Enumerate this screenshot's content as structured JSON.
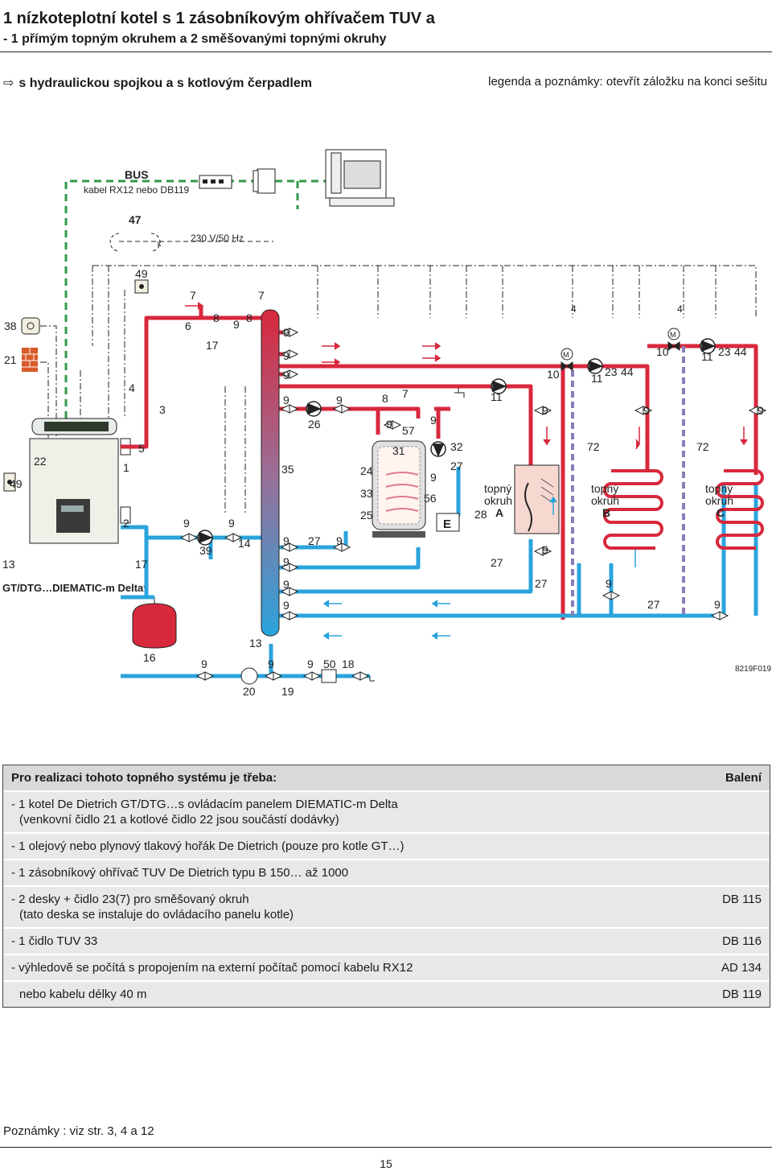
{
  "header": {
    "title_line1": "1 nízkoteplotní kotel s 1 zásobníkovým ohřívačem TUV a",
    "title_line2": "- 1 přímým topným okruhem a 2 směšovanými topnými okruhy",
    "subtitle": "s hydraulickou spojkou a s kotlovým čerpadlem",
    "legend_note": "legenda a poznámky: otevřít záložku na konci sešitu"
  },
  "diagram": {
    "bus_label": "BUS",
    "bus_cable": "kabel RX12 nebo DB119",
    "power_label": "230 V/50 Hz",
    "boiler_label": "GT/DTG…DIEMATIC-m Delta*",
    "drawing_code": "8219F019",
    "circuit_word1": "topný",
    "circuit_word2": "okruh",
    "circuit_a": "A",
    "circuit_b": "B",
    "circuit_c": "C",
    "tank_letter": "E",
    "motor_letter": "M",
    "n1": "1",
    "n2": "2",
    "n3": "3",
    "n4": "4",
    "n5": "5",
    "n6": "6",
    "n7": "7",
    "n8": "8",
    "n9": "9",
    "n10": "10",
    "n11": "11",
    "n13": "13",
    "n14": "14",
    "n16": "16",
    "n17": "17",
    "n18": "18",
    "n19": "19",
    "n20": "20",
    "n21": "21",
    "n22": "22",
    "n23": "23",
    "n24": "24",
    "n25": "25",
    "n26": "26",
    "n27": "27",
    "n28": "28",
    "n31": "31",
    "n32": "32",
    "n33": "33",
    "n35": "35",
    "n38": "38",
    "n39": "39",
    "n44": "44",
    "n47": "47",
    "n49": "49",
    "n50": "50",
    "n56": "56",
    "n57": "57",
    "n72": "72",
    "colors": {
      "hot": "#d8283c",
      "cold": "#2aa4dc",
      "bus": "#2f9a4a",
      "mixed": "#8a7db8"
    }
  },
  "requirements": {
    "heading": "Pro realizaci tohoto topného systému je třeba:",
    "package_heading": "Balení",
    "items": [
      {
        "line1": "- 1 kotel De Dietrich GT/DTG…s ovládacím panelem DIEMATIC-m Delta",
        "line2": "(venkovní čidlo 21 a kotlové čidlo 22 jsou součástí dodávky)",
        "code": ""
      },
      {
        "line1": "- 1 olejový nebo plynový tlakový hořák De Dietrich (pouze pro kotle GT…)",
        "line2": "",
        "code": ""
      },
      {
        "line1": "- 1 zásobníkový ohřívač TUV De Dietrich typu B 150… až 1000",
        "line2": "",
        "code": ""
      },
      {
        "line1": "- 2 desky + čidlo 23(7) pro směšovaný okruh",
        "line2": "(tato deska se instaluje do ovládacího panelu kotle)",
        "code": "DB 115"
      },
      {
        "line1": "- 1 čidlo TUV 33",
        "line2": "",
        "code": "DB 116"
      },
      {
        "line1": "- výhledově se počítá s propojením na externí počítač pomocí kabelu RX12",
        "line2": "",
        "code": "AD 134"
      },
      {
        "line1": "  nebo kabelu délky 40 m",
        "line2": "",
        "code": "DB 119"
      }
    ]
  },
  "footer": {
    "note": "Poznámky : viz str. 3, 4 a 12",
    "page_number": "15"
  }
}
